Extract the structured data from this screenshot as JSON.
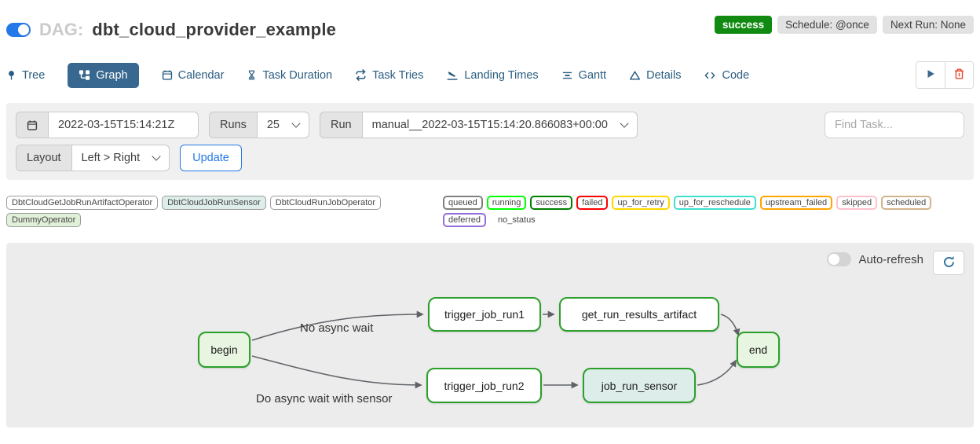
{
  "header": {
    "dag_prefix": "DAG:",
    "dag_title": "dbt_cloud_provider_example",
    "status_badge": "success",
    "schedule_badge": "Schedule: @once",
    "next_run_badge": "Next Run: None"
  },
  "tabs": [
    {
      "label": "Tree",
      "icon": "tree-pin-icon"
    },
    {
      "label": "Graph",
      "icon": "graph-icon",
      "active": true
    },
    {
      "label": "Calendar",
      "icon": "calendar-icon"
    },
    {
      "label": "Task Duration",
      "icon": "hourglass-icon"
    },
    {
      "label": "Task Tries",
      "icon": "repeat-icon"
    },
    {
      "label": "Landing Times",
      "icon": "landing-icon"
    },
    {
      "label": "Gantt",
      "icon": "gantt-icon"
    },
    {
      "label": "Details",
      "icon": "details-icon"
    },
    {
      "label": "Code",
      "icon": "code-icon"
    }
  ],
  "filters": {
    "execution_date": "2022-03-15T15:14:21Z",
    "runs_label": "Runs",
    "runs_value": "25",
    "run_label": "Run",
    "run_value": "manual__2022-03-15T15:14:20.866083+00:00",
    "find_task_placeholder": "Find Task...",
    "layout_label": "Layout",
    "layout_value": "Left > Right",
    "update_label": "Update"
  },
  "legend": {
    "operator_border": "#9c9c9c",
    "operators": [
      {
        "label": "DbtCloudGetJobRunArtifactOperator",
        "bg": "#ffffff"
      },
      {
        "label": "DbtCloudJobRunSensor",
        "bg": "#ddeeea"
      },
      {
        "label": "DbtCloudRunJobOperator",
        "bg": "#ffffff"
      },
      {
        "label": "DummyOperator",
        "bg": "#e1f0d8"
      }
    ],
    "statuses": [
      {
        "label": "queued",
        "color": "#808080"
      },
      {
        "label": "running",
        "color": "#00ff00"
      },
      {
        "label": "success",
        "color": "#008000"
      },
      {
        "label": "failed",
        "color": "#ff0000"
      },
      {
        "label": "up_for_retry",
        "color": "#ffd700"
      },
      {
        "label": "up_for_reschedule",
        "color": "#40e0d0"
      },
      {
        "label": "upstream_failed",
        "color": "#ffa500"
      },
      {
        "label": "skipped",
        "color": "#ffc0cb"
      },
      {
        "label": "scheduled",
        "color": "#d2b48c"
      },
      {
        "label": "deferred",
        "color": "#9370db"
      }
    ],
    "no_status_label": "no_status"
  },
  "graph": {
    "auto_refresh_label": "Auto-refresh",
    "node_border": "#2aa02a",
    "edge_color": "#5f6368",
    "nodes": [
      {
        "id": "begin",
        "label": "begin",
        "fill": "#e8f5e1"
      },
      {
        "id": "trigger_job_run1",
        "label": "trigger_job_run1",
        "fill": "#ffffff"
      },
      {
        "id": "get_run_results_artifact",
        "label": "get_run_results_artifact",
        "fill": "#ffffff"
      },
      {
        "id": "end",
        "label": "end",
        "fill": "#e8f5e1"
      },
      {
        "id": "trigger_job_run2",
        "label": "trigger_job_run2",
        "fill": "#ffffff"
      },
      {
        "id": "job_run_sensor",
        "label": "job_run_sensor",
        "fill": "#ddeeea"
      }
    ],
    "edges": [
      {
        "from": "begin",
        "to": "trigger_job_run1",
        "label": "No async wait"
      },
      {
        "from": "begin",
        "to": "trigger_job_run2",
        "label": "Do async wait with sensor"
      },
      {
        "from": "trigger_job_run1",
        "to": "get_run_results_artifact"
      },
      {
        "from": "get_run_results_artifact",
        "to": "end"
      },
      {
        "from": "trigger_job_run2",
        "to": "job_run_sensor"
      },
      {
        "from": "job_run_sensor",
        "to": "end"
      }
    ]
  },
  "colors": {
    "accent_blue": "#2478e8",
    "tab_active_bg": "#38678f",
    "success_green": "#108a10",
    "danger_red": "#e8442e",
    "tab_link": "#2a5d80"
  }
}
